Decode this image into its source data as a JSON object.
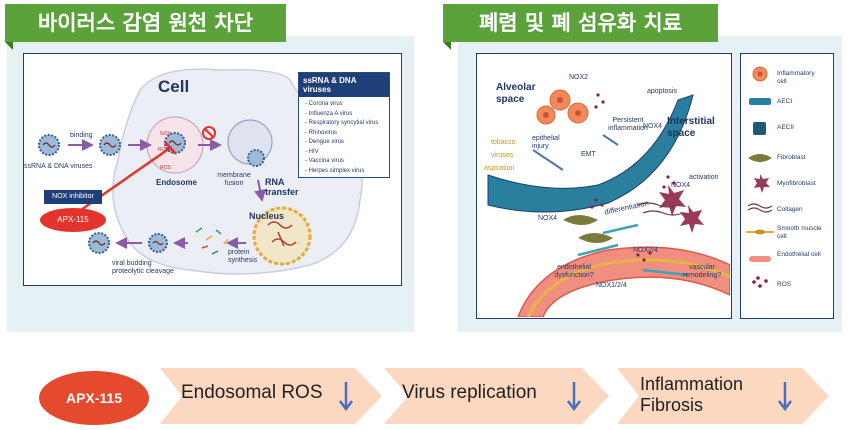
{
  "left_panel": {
    "header": "바이러스 감염 원천 차단",
    "cell_title": "Cell",
    "labels": {
      "binding": "binding",
      "ssrna_dna_viruses": "ssRNA & DNA viruses",
      "endosome": "Endosome",
      "ros1": "ROS",
      "ros2": "ROS",
      "nox": "NOX",
      "membrane_fusion": "membrane fusion",
      "rna_transfer": "RNA transfer",
      "nucleus": "Nucleus",
      "protein_synthesis": "protein synthesis",
      "viral_budding": "viral budding proteolytic cleavage",
      "nox_inhibitor": "NOX inhibitor",
      "apx": "APX-115"
    },
    "virus_box": {
      "title": "ssRNA & DNA viruses",
      "items": [
        "- Corona virus",
        "- Influenza A virus",
        "- Respiratory syncytial virus",
        "- Rhinovirus",
        "- Dengue virus",
        "- HIV",
        "- Vaccina virus",
        "- Herpes simplex virus"
      ]
    }
  },
  "right_panel": {
    "header": "폐렴 및 폐 섬유화 치료",
    "labels": {
      "alveolar_space": "Alveolar space",
      "nox2_top": "NOX2",
      "persistent_inflammation": "Persistent inflammation",
      "apoptosis": "apoptosis",
      "interstitial_space": "Interstitial space",
      "tobacco": "tobacco",
      "viruses": "viruses",
      "aspiration": "aspiration",
      "epithelial_injury": "epithelial injury",
      "emt": "EMT",
      "nox4_a": "NOX4",
      "nox4_b": "NOX4",
      "nox4_c": "NOX4",
      "activation": "activation",
      "differentiation": "differentiation",
      "endothelial_dysfunction": "endothelial dysfunction?",
      "nox24": "NOX2/4",
      "nox124": "NOX1/2/4",
      "vascular_remodeling": "vascular remodeling?"
    },
    "legend": [
      {
        "label": "Inflammatory cell",
        "icon": "inflammatory-cell-icon"
      },
      {
        "label": "AECI",
        "icon": "aeci-icon"
      },
      {
        "label": "AECII",
        "icon": "aecii-icon"
      },
      {
        "label": "Fibroblast",
        "icon": "fibroblast-icon"
      },
      {
        "label": "Myofibroblast",
        "icon": "myofibroblast-icon"
      },
      {
        "label": "Collagen",
        "icon": "collagen-icon"
      },
      {
        "label": "Smooth muscle cell",
        "icon": "smooth-muscle-cell-icon"
      },
      {
        "label": "Endothelial cell",
        "icon": "endothelial-cell-icon"
      },
      {
        "label": "ROS",
        "icon": "ros-icon"
      }
    ]
  },
  "flow": {
    "start": "APX-115",
    "steps": [
      "Endosomal ROS",
      "Virus replication",
      "Inflammation Fibrosis"
    ],
    "step3_lines": [
      "Inflammation",
      "Fibrosis"
    ]
  },
  "colors": {
    "ribbon_green": "#5ca23a",
    "panel_bg": "#e6f1f5",
    "navy": "#1e3f78",
    "apx_red": "#e64a2e",
    "chevron_fill": "#fbd8bf",
    "down_arrow": "#4a6fbd"
  }
}
